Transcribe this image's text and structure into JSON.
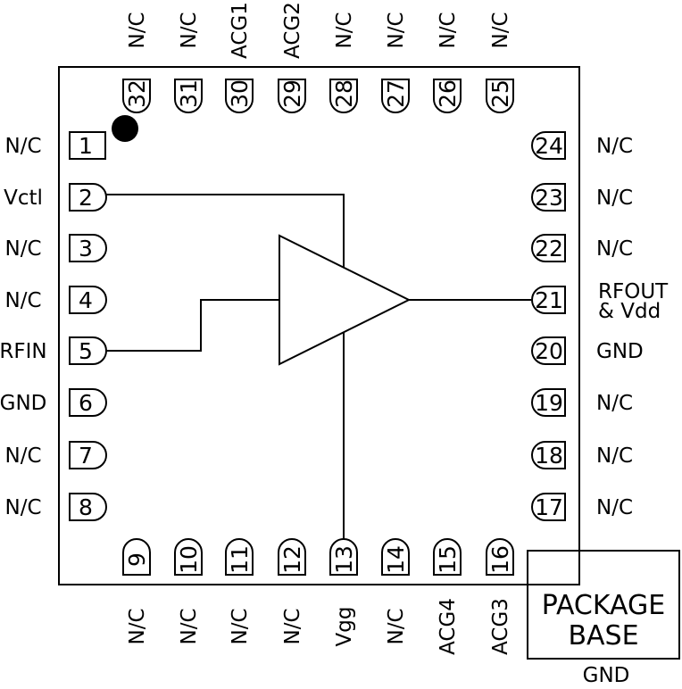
{
  "package": {
    "pin1_marker": "filled-dot",
    "base_labels": [
      "PACKAGE",
      "BASE"
    ],
    "base_ground": "GND"
  },
  "pins": [
    {
      "num": "1",
      "side": "left",
      "label": "N/C"
    },
    {
      "num": "2",
      "side": "left",
      "label": "Vctl"
    },
    {
      "num": "3",
      "side": "left",
      "label": "N/C"
    },
    {
      "num": "4",
      "side": "left",
      "label": "N/C"
    },
    {
      "num": "5",
      "side": "left",
      "label": "RFIN"
    },
    {
      "num": "6",
      "side": "left",
      "label": "GND"
    },
    {
      "num": "7",
      "side": "left",
      "label": "N/C"
    },
    {
      "num": "8",
      "side": "left",
      "label": "N/C"
    },
    {
      "num": "9",
      "side": "bottom",
      "label": "N/C"
    },
    {
      "num": "10",
      "side": "bottom",
      "label": "N/C"
    },
    {
      "num": "11",
      "side": "bottom",
      "label": "N/C"
    },
    {
      "num": "12",
      "side": "bottom",
      "label": "N/C"
    },
    {
      "num": "13",
      "side": "bottom",
      "label": "Vgg"
    },
    {
      "num": "14",
      "side": "bottom",
      "label": "N/C"
    },
    {
      "num": "15",
      "side": "bottom",
      "label": "ACG4"
    },
    {
      "num": "16",
      "side": "bottom",
      "label": "ACG3"
    },
    {
      "num": "17",
      "side": "right",
      "label": "N/C"
    },
    {
      "num": "18",
      "side": "right",
      "label": "N/C"
    },
    {
      "num": "19",
      "side": "right",
      "label": "N/C"
    },
    {
      "num": "20",
      "side": "right",
      "label": "GND"
    },
    {
      "num": "21",
      "side": "right",
      "label": [
        "RFOUT",
        "& Vdd"
      ]
    },
    {
      "num": "22",
      "side": "right",
      "label": "N/C"
    },
    {
      "num": "23",
      "side": "right",
      "label": "N/C"
    },
    {
      "num": "24",
      "side": "right",
      "label": "N/C"
    },
    {
      "num": "25",
      "side": "top",
      "label": "N/C"
    },
    {
      "num": "26",
      "side": "top",
      "label": "N/C"
    },
    {
      "num": "27",
      "side": "top",
      "label": "N/C"
    },
    {
      "num": "28",
      "side": "top",
      "label": "N/C"
    },
    {
      "num": "29",
      "side": "top",
      "label": "ACG2"
    },
    {
      "num": "30",
      "side": "top",
      "label": "ACG1"
    },
    {
      "num": "31",
      "side": "top",
      "label": "N/C"
    },
    {
      "num": "32",
      "side": "top",
      "label": "N/C"
    }
  ],
  "amplifier": {
    "symbol": "triangle",
    "input_pin": "5",
    "output_pin": "21",
    "control_pins": [
      "2",
      "13"
    ]
  }
}
